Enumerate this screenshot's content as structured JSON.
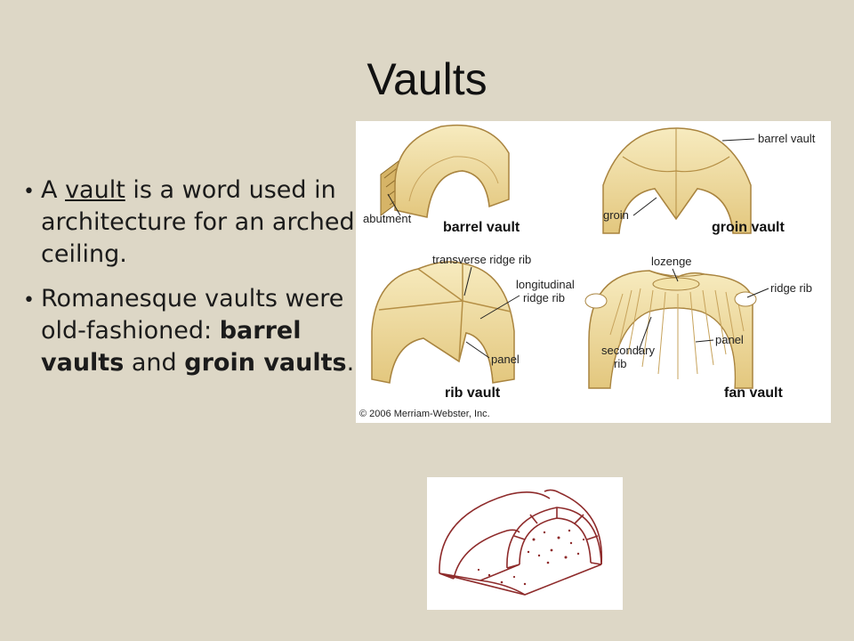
{
  "slide": {
    "title": "Vaults",
    "bullet1": {
      "p1": "A ",
      "link": "vault",
      "p2": " is a word used in architecture for an arched ceiling."
    },
    "bullet2": {
      "p1": "Romanesque vaults were old-fashioned: ",
      "b1": "barrel vaults",
      "p2": " and ",
      "b2": "groin vaults",
      "p3": "."
    }
  },
  "figure": {
    "captions": {
      "barrel": "barrel vault",
      "groin": "groin vault",
      "rib": "rib vault",
      "fan": "fan vault"
    },
    "labels": {
      "abutment": "abutment",
      "barrel_vault": "barrel vault",
      "groin": "groin",
      "transverse": "transverse ridge rib",
      "longitudinal_1": "longitudinal",
      "longitudinal_2": "ridge rib",
      "panel_rib": "panel",
      "lozenge": "lozenge",
      "ridge_rib": "ridge rib",
      "panel_fan": "panel",
      "secondary_1": "secondary",
      "secondary_2": "rib"
    },
    "copyright": "© 2006 Merriam-Webster, Inc."
  },
  "colors": {
    "background": "#ddd7c6",
    "vault_fill": "#f0dc9e",
    "vault_edge": "#b8914a",
    "sketch_line": "#8e2b2b"
  }
}
